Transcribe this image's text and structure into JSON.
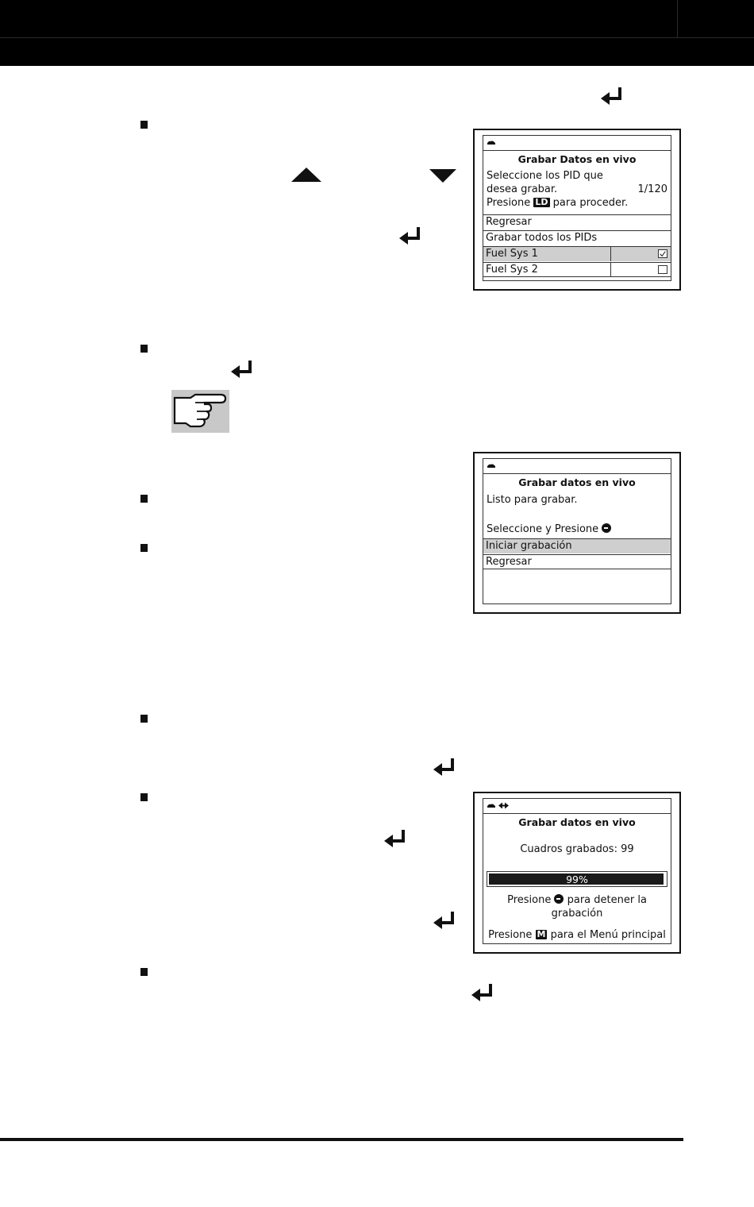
{
  "screen1": {
    "title": "Grabar Datos en vivo",
    "line1": "Seleccione los PID que",
    "line2": "desea grabar.",
    "counter": "1/120",
    "line3_pre": "Presione",
    "line3_key": "LD",
    "line3_post": "para proceder.",
    "items": [
      "Regresar",
      "Grabar todos los PIDs",
      "Fuel Sys 1",
      "Fuel Sys 2"
    ]
  },
  "screen2": {
    "title": "Grabar datos en vivo",
    "line1": "Listo para grabar.",
    "line2": "Seleccione y Presione",
    "items": [
      "Iniciar grabación",
      "Regresar"
    ]
  },
  "screen3": {
    "title": "Grabar datos en vivo",
    "frames": "Cuadros grabados: 99",
    "progress_text": "99%",
    "progress": 0.99,
    "stop_pre": "Presione",
    "stop_post": "para detener la",
    "stop_line2": "grabación",
    "menu_pre": "Presione",
    "menu_key": "M",
    "menu_post": "para el Menú principal"
  }
}
